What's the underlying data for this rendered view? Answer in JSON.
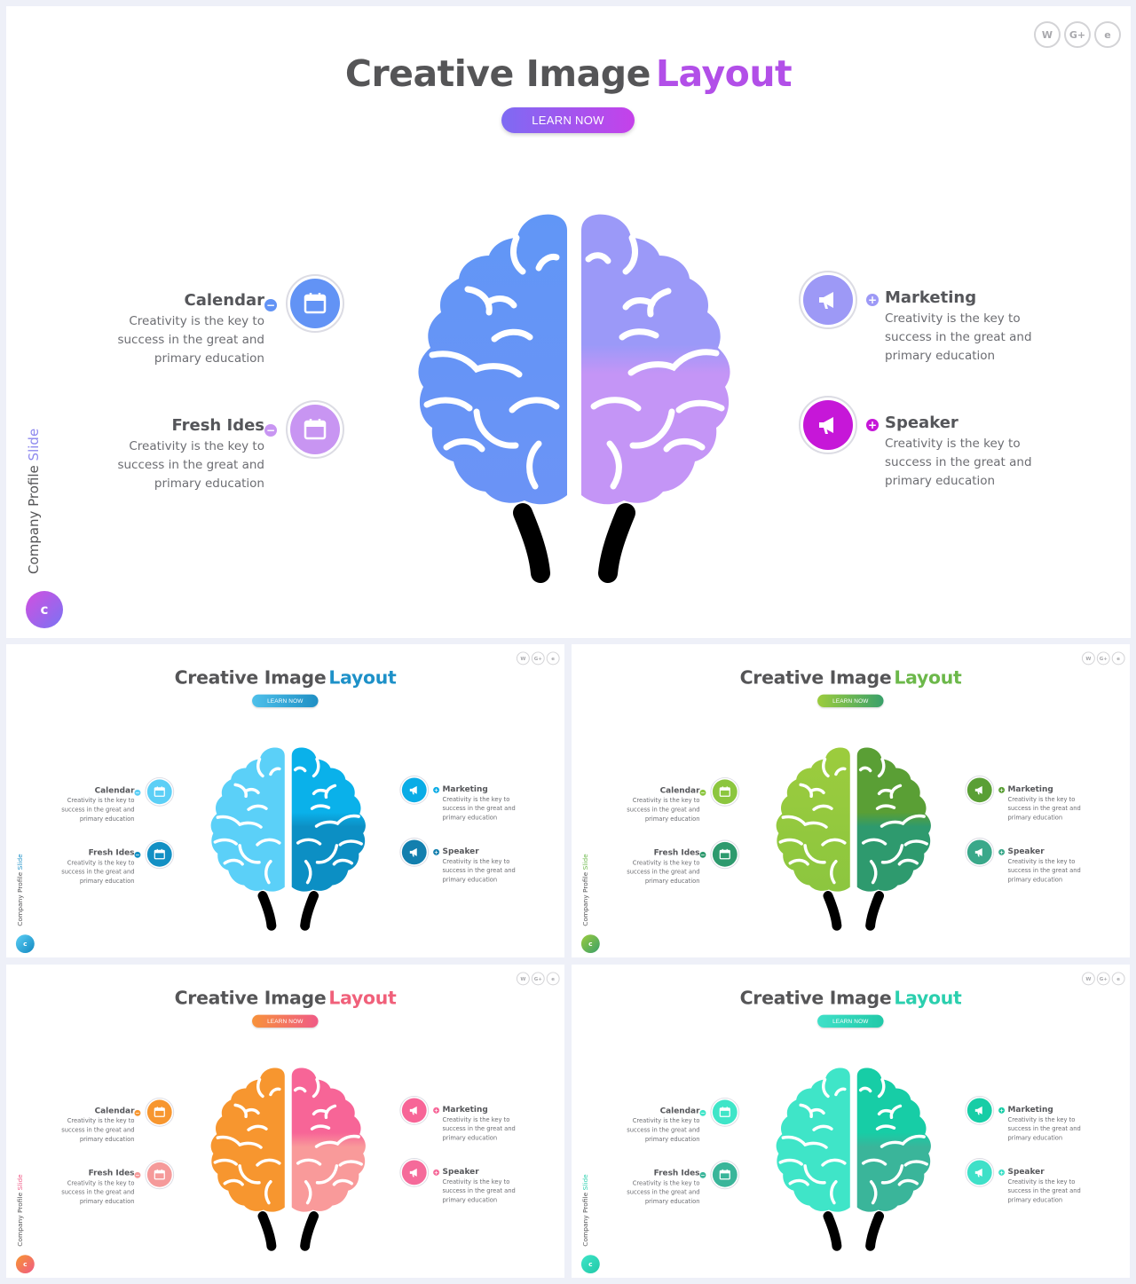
{
  "slides": [
    {
      "title": "Creative Image",
      "title_accent": "Layout",
      "button": "LEARN NOW",
      "brand_first": "Company Profile",
      "brand_second": "Slide",
      "logo_letter": "c",
      "theme": {
        "accent_text": "#b24fe8",
        "btn_from": "#7e6bf3",
        "btn_to": "#c541ea",
        "left_top": "#6196f6",
        "left_bottom": "#6b93f6",
        "right_top": "#9b99f8",
        "right_bottom": "#c495f6",
        "cal": "#6293f5",
        "fresh": "#c895f2",
        "mkt": "#9d99f6",
        "spk": "#c617d8",
        "logo_from": "#d24fe0",
        "logo_to": "#7a73f3",
        "brand_accent": "#8d88ee"
      },
      "items": {
        "calendar": {
          "title": "Calendar",
          "desc": [
            "Creativity is the key to",
            "success in the great and",
            "primary education"
          ],
          "icon": "calendar-icon"
        },
        "fresh": {
          "title": "Fresh Ides",
          "desc": [
            "Creativity is the key to",
            "success in the great and",
            "primary education"
          ],
          "icon": "calendar-icon"
        },
        "marketing": {
          "title": "Marketing",
          "desc": [
            "Creativity is the key to",
            "success in the great and",
            "primary education"
          ],
          "icon": "megaphone-icon"
        },
        "speaker": {
          "title": "Speaker",
          "desc": [
            "Creativity is the key to",
            "success in the great and",
            "primary education"
          ],
          "icon": "megaphone-icon"
        }
      },
      "social": [
        {
          "label": "W",
          "icon": "whatsapp-icon"
        },
        {
          "label": "G+",
          "icon": "google-plus-icon"
        },
        {
          "label": "e",
          "icon": "edge-icon"
        }
      ]
    },
    {
      "title": "Creative Image",
      "title_accent": "Layout",
      "button": "LEARN NOW",
      "brand_first": "Company Profile",
      "brand_second": "Slide",
      "logo_letter": "c",
      "theme": {
        "accent_text": "#1e91c8",
        "btn_from": "#4ec0ea",
        "btn_to": "#1f8fc4",
        "left_top": "#5bd0f8",
        "left_bottom": "#5bd0f8",
        "right_top": "#0ab1ea",
        "right_bottom": "#0c8fc4",
        "cal": "#5ccff6",
        "fresh": "#1390c4",
        "mkt": "#0aace6",
        "spk": "#137fae",
        "logo_from": "#5ccff6",
        "logo_to": "#1288c0",
        "brand_accent": "#1e91c8"
      },
      "items": {
        "calendar": {
          "title": "Calendar",
          "desc": [
            "Creativity is the key to",
            "success in the great and",
            "primary education"
          ],
          "icon": "calendar-icon"
        },
        "fresh": {
          "title": "Fresh Ides",
          "desc": [
            "Creativity is the key to",
            "success in the great and",
            "primary education"
          ],
          "icon": "calendar-icon"
        },
        "marketing": {
          "title": "Marketing",
          "desc": [
            "Creativity is the key to",
            "success in the great and",
            "primary education"
          ],
          "icon": "megaphone-icon"
        },
        "speaker": {
          "title": "Speaker",
          "desc": [
            "Creativity is the key to",
            "success in the great and",
            "primary education"
          ],
          "icon": "megaphone-icon"
        }
      },
      "social": [
        {
          "label": "W",
          "icon": "whatsapp-icon"
        },
        {
          "label": "G+",
          "icon": "google-plus-icon"
        },
        {
          "label": "e",
          "icon": "edge-icon"
        }
      ]
    },
    {
      "title": "Creative Image",
      "title_accent": "Layout",
      "button": "LEARN NOW",
      "brand_first": "Company Profile",
      "brand_second": "Slide",
      "logo_letter": "c",
      "theme": {
        "accent_text": "#6cb84a",
        "btn_from": "#9ccc3d",
        "btn_to": "#3aa06a",
        "left_top": "#9ccc3d",
        "left_bottom": "#8cc63f",
        "right_top": "#5a9f35",
        "right_bottom": "#2e9a6e",
        "cal": "#8cc63f",
        "fresh": "#2e9a6e",
        "mkt": "#5a9f35",
        "spk": "#3aa88a",
        "logo_from": "#9ccc3d",
        "logo_to": "#3aa06a",
        "brand_accent": "#6cb84a"
      },
      "items": {
        "calendar": {
          "title": "Calendar",
          "desc": [
            "Creativity is the key to",
            "success in the great and",
            "primary education"
          ],
          "icon": "calendar-icon"
        },
        "fresh": {
          "title": "Fresh Ides",
          "desc": [
            "Creativity is the key to",
            "success in the great and",
            "primary education"
          ],
          "icon": "calendar-icon"
        },
        "marketing": {
          "title": "Marketing",
          "desc": [
            "Creativity is the key to",
            "success in the great and",
            "primary education"
          ],
          "icon": "megaphone-icon"
        },
        "speaker": {
          "title": "Speaker",
          "desc": [
            "Creativity is the key to",
            "success in the great and",
            "primary education"
          ],
          "icon": "megaphone-icon"
        }
      },
      "social": [
        {
          "label": "W",
          "icon": "whatsapp-icon"
        },
        {
          "label": "G+",
          "icon": "google-plus-icon"
        },
        {
          "label": "e",
          "icon": "edge-icon"
        }
      ]
    },
    {
      "title": "Creative Image",
      "title_accent": "Layout",
      "button": "LEARN NOW",
      "brand_first": "Company Profile",
      "brand_second": "Slide",
      "logo_letter": "c",
      "theme": {
        "accent_text": "#f0607a",
        "btn_from": "#f7923a",
        "btn_to": "#f05a86",
        "left_top": "#f7962f",
        "left_bottom": "#f7962f",
        "right_top": "#f76597",
        "right_bottom": "#f99a9a",
        "cal": "#f7962f",
        "fresh": "#f59a9a",
        "mkt": "#f76597",
        "spk": "#f56a9a",
        "logo_from": "#f7962f",
        "logo_to": "#f05a86",
        "brand_accent": "#f05a86"
      },
      "items": {
        "calendar": {
          "title": "Calendar",
          "desc": [
            "Creativity is the key to",
            "success in the great and",
            "primary education"
          ],
          "icon": "calendar-icon"
        },
        "fresh": {
          "title": "Fresh Ides",
          "desc": [
            "Creativity is the key to",
            "success in the great and",
            "primary education"
          ],
          "icon": "calendar-icon"
        },
        "marketing": {
          "title": "Marketing",
          "desc": [
            "Creativity is the key to",
            "success in the great and",
            "primary education"
          ],
          "icon": "megaphone-icon"
        },
        "speaker": {
          "title": "Speaker",
          "desc": [
            "Creativity is the key to",
            "success in the great and",
            "primary education"
          ],
          "icon": "megaphone-icon"
        }
      },
      "social": [
        {
          "label": "W",
          "icon": "whatsapp-icon"
        },
        {
          "label": "G+",
          "icon": "google-plus-icon"
        },
        {
          "label": "e",
          "icon": "edge-icon"
        }
      ]
    },
    {
      "title": "Creative Image",
      "title_accent": "Layout",
      "button": "LEARN NOW",
      "brand_first": "Company Profile",
      "brand_second": "Slide",
      "logo_letter": "c",
      "theme": {
        "accent_text": "#2bcfae",
        "btn_from": "#3fe0c8",
        "btn_to": "#22c9a8",
        "left_top": "#3fe5c8",
        "left_bottom": "#3fe5c8",
        "right_top": "#17cda6",
        "right_bottom": "#3ab59a",
        "cal": "#3fe5c8",
        "fresh": "#3ab59a",
        "mkt": "#17cda6",
        "spk": "#3fe0c8",
        "logo_from": "#3fe5c8",
        "logo_to": "#22c9a8",
        "brand_accent": "#2bcfae"
      },
      "items": {
        "calendar": {
          "title": "Calendar",
          "desc": [
            "Creativity is the key to",
            "success in the great and",
            "primary education"
          ],
          "icon": "calendar-icon"
        },
        "fresh": {
          "title": "Fresh Ides",
          "desc": [
            "Creativity is the key to",
            "success in the great and",
            "primary education"
          ],
          "icon": "calendar-icon"
        },
        "marketing": {
          "title": "Marketing",
          "desc": [
            "Creativity is the key to",
            "success in the great and",
            "primary education"
          ],
          "icon": "megaphone-icon"
        },
        "speaker": {
          "title": "Speaker",
          "desc": [
            "Creativity is the key to",
            "success in the great and",
            "primary education"
          ],
          "icon": "megaphone-icon"
        }
      },
      "social": [
        {
          "label": "W",
          "icon": "whatsapp-icon"
        },
        {
          "label": "G+",
          "icon": "google-plus-icon"
        },
        {
          "label": "e",
          "icon": "edge-icon"
        }
      ]
    }
  ]
}
